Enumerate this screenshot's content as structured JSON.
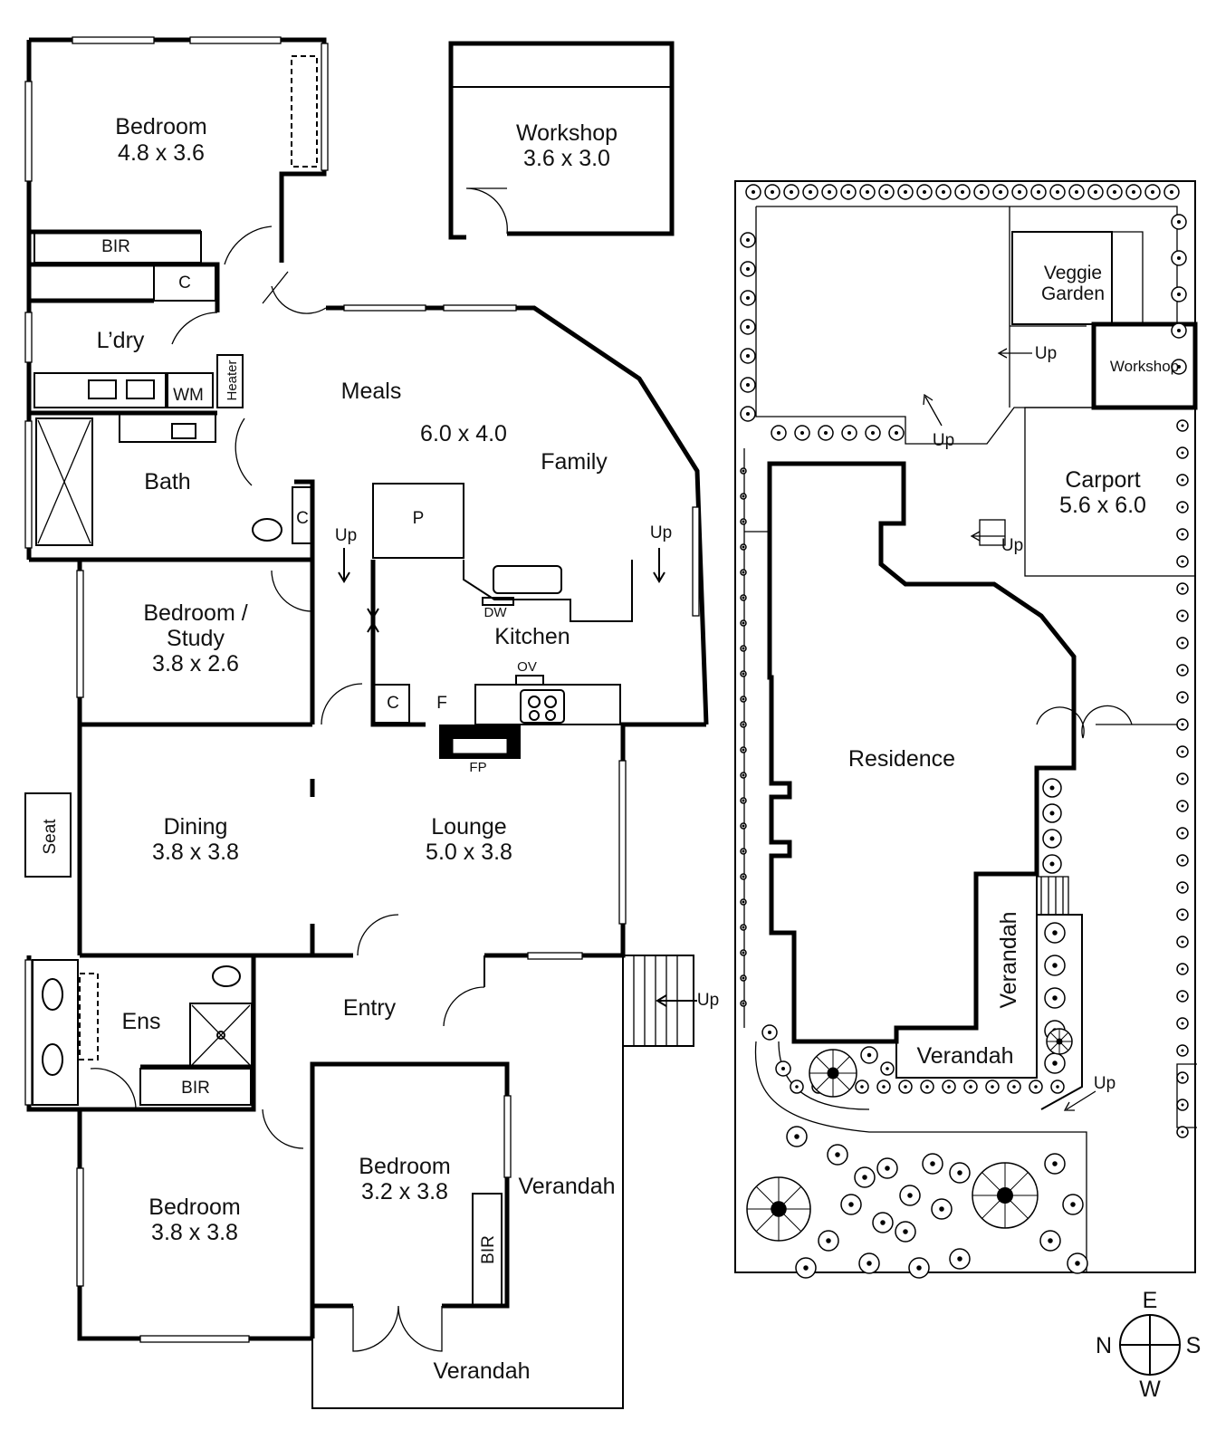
{
  "floor_plan": {
    "rooms": {
      "bedroom1": {
        "name": "Bedroom",
        "dims": "4.8 x 3.6"
      },
      "workshop": {
        "name": "Workshop",
        "dims": "3.6 x 3.0"
      },
      "bir_top": "BIR",
      "cupboard_top": "C",
      "laundry": "L’dry",
      "wm": "WM",
      "heater": "Heater",
      "meals": "Meals",
      "meals_dims": "6.0 x 4.0",
      "family": "Family",
      "bath": "Bath",
      "bath_cupboard": "C",
      "pantry": "P",
      "dw": "DW",
      "kitchen": "Kitchen",
      "ov": "OV",
      "kitchen_cupboard": "C",
      "fridge": "F",
      "fp": "FP",
      "study": {
        "name": "Bedroom /",
        "name2": "Study",
        "dims": "3.8 x 2.6"
      },
      "dining": {
        "name": "Dining",
        "dims": "3.8 x 3.8"
      },
      "lounge": {
        "name": "Lounge",
        "dims": "5.0 x 3.8"
      },
      "seat": "Seat",
      "ens": "Ens",
      "entry": "Entry",
      "bir_ens": "BIR",
      "bedroom3": {
        "name": "Bedroom",
        "dims": "3.8 x 3.8"
      },
      "bedroom2": {
        "name": "Bedroom",
        "dims": "3.2 x 3.8"
      },
      "bir_bed2": "BIR",
      "verandah_side": "Verandah",
      "verandah_front": "Verandah"
    },
    "up_labels": [
      "Up",
      "Up",
      "Up"
    ]
  },
  "site_plan": {
    "veggie": "Veggie",
    "garden": "Garden",
    "workshop": "Workshop",
    "carport": {
      "name": "Carport",
      "dims": "5.6 x 6.0"
    },
    "residence": "Residence",
    "verandah_vertical": "Verandah",
    "verandah_horizontal": "Verandah",
    "up_labels": [
      "Up",
      "Up",
      "Up",
      "Up"
    ]
  },
  "compass": {
    "north": "N",
    "east": "E",
    "south": "S",
    "west": "W"
  }
}
